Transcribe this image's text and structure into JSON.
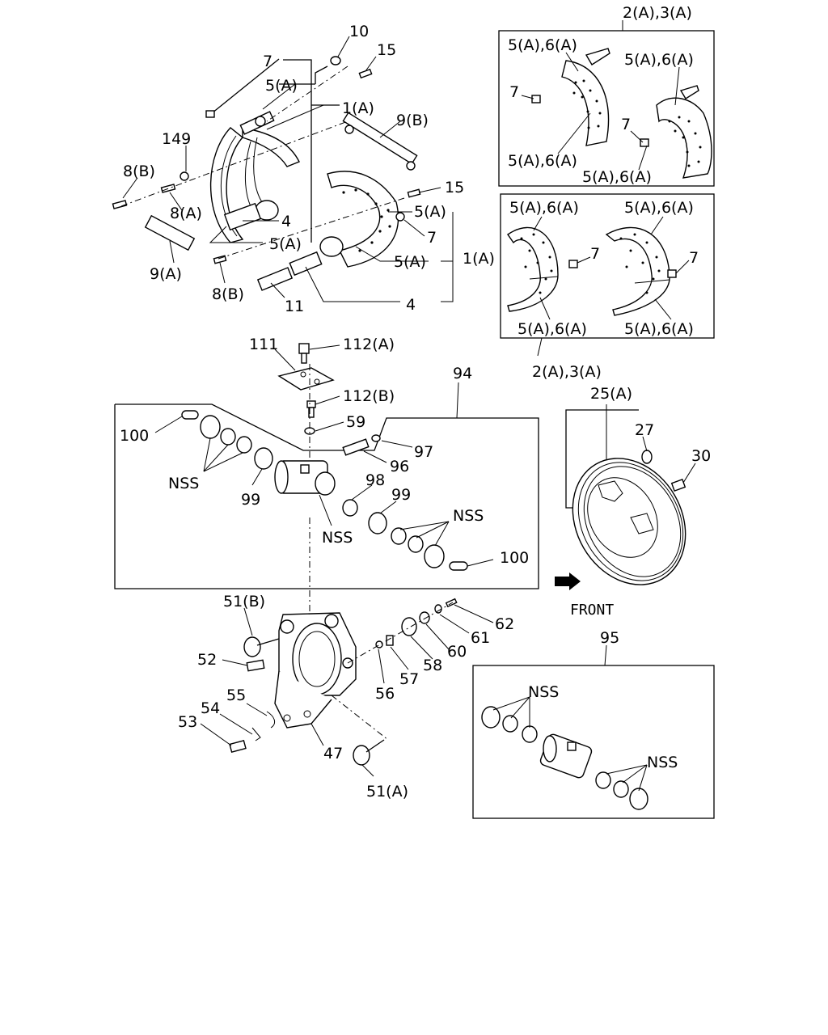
{
  "callouts": {
    "c10": "10",
    "c15a": "15",
    "c7a": "7",
    "c5a_top": "5(A)",
    "c1a_top": "1(A)",
    "c9b": "9(B)",
    "c149": "149",
    "c8b_top": "8(B)",
    "c8a": "8(A)",
    "c15b": "15",
    "c5a_r1": "5(A)",
    "c4a": "4",
    "c7b": "7",
    "c5a_l": "5(A)",
    "c5a_r2": "5(A)",
    "c1a_r": "1(A)",
    "c9a": "9(A)",
    "c8b_bot": "8(B)",
    "c11": "11",
    "c4b": "4",
    "c23_top": "2(A),3(A)",
    "c56_tl": "5(A),6(A)",
    "c56_tr": "5(A),6(A)",
    "c7_box1a": "7",
    "c7_box1b": "7",
    "c56_bl": "5(A),6(A)",
    "c56_br": "5(A),6(A)",
    "c56_b2tl": "5(A),6(A)",
    "c56_b2tr": "5(A),6(A)",
    "c7_box2a": "7",
    "c7_box2b": "7",
    "c56_b2bl": "5(A),6(A)",
    "c56_b2br": "5(A),6(A)",
    "c23_bot": "2(A),3(A)",
    "c111": "111",
    "c112a": "112(A)",
    "c112b": "112(B)",
    "c94": "94",
    "c59": "59",
    "c100a": "100",
    "c97": "97",
    "c96": "96",
    "c98": "98",
    "c99a": "99",
    "c99b": "99",
    "cnss1": "NSS",
    "cnss2": "NSS",
    "cnss3": "NSS",
    "c100b": "100",
    "c25a": "25(A)",
    "c27": "27",
    "c30": "30",
    "front": "FRONT",
    "c51b": "51(B)",
    "c52": "52",
    "c62": "62",
    "c61": "61",
    "c60": "60",
    "c58": "58",
    "c57": "57",
    "c56": "56",
    "c55": "55",
    "c54": "54",
    "c53": "53",
    "c47": "47",
    "c51a": "51(A)",
    "c95": "95",
    "cnss4": "NSS",
    "cnss5": "NSS"
  }
}
